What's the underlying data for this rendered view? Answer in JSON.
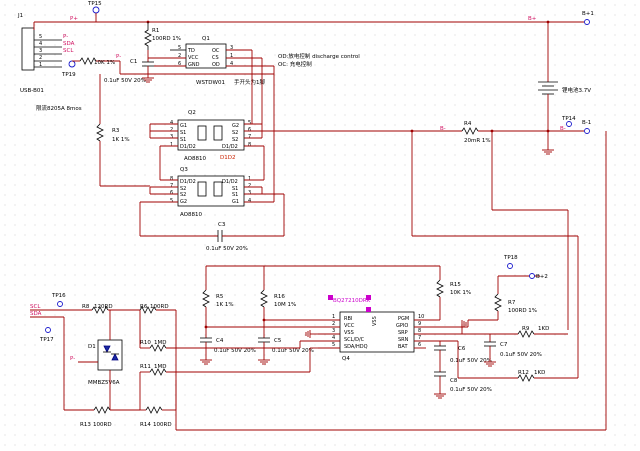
{
  "connector": {
    "ref": "J1",
    "name": "USB-B01",
    "pins": [
      "5",
      "4",
      "3",
      "2",
      "1"
    ],
    "net_pplus": "P+",
    "net_pminus": "P-",
    "net_sda": "SDA",
    "net_scl": "SCL"
  },
  "testpoints": {
    "tp15": "TP15",
    "tp19": "TP19",
    "tp14": "TP14",
    "tp18": "TP18",
    "tp16": "TP16",
    "tp17": "TP17"
  },
  "nets": {
    "bplus": "B+",
    "bminus": "B-",
    "b1": "B+1",
    "b1m": "B-1",
    "b2": "B+2",
    "pminus": "P-",
    "pminus_r": "P-",
    "scl": "SCL",
    "sda": "SDA"
  },
  "resistors": {
    "r1": "R1",
    "r1v": "100RD 1%",
    "r2v": "10K 1%",
    "r3": "R3",
    "r3v": "1K 1%",
    "r4": "R4",
    "r4v": "20mR 1%",
    "r5": "R5",
    "r5v": "1K 1%",
    "r6": "R16",
    "r6v": "10M 1%",
    "r15": "R15",
    "r15v": "10K 1%",
    "r7": "R7",
    "r7v": "100RD 1%",
    "r9": "R9",
    "r9v": "1KD",
    "r12": "R12",
    "r12v": "1KD",
    "r8": "R8",
    "r8v": "120RD",
    "r6b": "R6",
    "r6bv": "100RD",
    "r10": "R10",
    "r10v": "1MD",
    "r11": "R11",
    "r11v": "1MD",
    "r13": "R13",
    "r13v": "100RD",
    "r14": "R14",
    "r14v": "100RD"
  },
  "capacitors": {
    "c1": "C1",
    "c1v": "0.1uF 50V 20%",
    "c3": "C3",
    "c3v": "0.1uF 50V 20%",
    "c4": "C4",
    "c4v": "0.1uF 50V 20%",
    "c5": "C5",
    "c5v": "0.1uF 50V 20%",
    "c6": "C6",
    "c6v": "0.1uF 50V 20%",
    "c7": "C7",
    "c7v": "0.1uF 50V 20%",
    "c8": "C8",
    "c8v": "0.1uF 50V 20%"
  },
  "ics": {
    "q1": {
      "ref": "Q1",
      "part": "WSTDW01",
      "note": "手开头为1脚",
      "left_pins": [
        "TD",
        "VCC",
        "GND"
      ],
      "right_pins": [
        "OC",
        "CS",
        "OD"
      ],
      "lnums": [
        "5",
        "2",
        "6"
      ],
      "rnums": [
        "3",
        "1"
      ],
      "n4": "4"
    },
    "q2": {
      "ref": "Q2",
      "part": "AO8810",
      "pins_l": [
        "G1",
        "S1",
        "S1",
        "D1/D2"
      ],
      "pins_r": [
        "G2",
        "S2",
        "S2",
        "D1/D2"
      ],
      "lnums": [
        "4",
        "2",
        "3",
        "1"
      ],
      "rnums": [
        "5",
        "6",
        "7",
        "8"
      ]
    },
    "q3": {
      "ref": "Q3",
      "part": "AO8810",
      "pins_l": [
        "D1/D2",
        "S2",
        "S2",
        "G2"
      ],
      "pins_r": [
        "D1/D2",
        "S1",
        "S1",
        "G1"
      ],
      "lnums": [
        "8",
        "7",
        "6",
        "5"
      ],
      "rnums": [
        "1",
        "2",
        "3",
        "4"
      ]
    },
    "q4": {
      "ref": "Q4",
      "part": "BQ27210DRK",
      "vss": "VSS",
      "left_pins": [
        "RBI",
        "VCC",
        "VSS",
        "SCL/D/C",
        "SDA/HDQ"
      ],
      "right_pins": [
        "PGM",
        "GPIO",
        "SRP",
        "SRN",
        "BAT"
      ],
      "lnums": [
        "1",
        "2",
        "3",
        "4",
        "5"
      ],
      "rnums": [
        "10",
        "9",
        "8",
        "7",
        "6"
      ]
    }
  },
  "diode": {
    "ref": "D1",
    "part": "MMBZ5V6A"
  },
  "notes": {
    "od_oc": "OD:放电控制 discharge control",
    "oc": "OC: 充电控制",
    "q_mark": "限流8205A 8mos",
    "battery": "锂电池3.7V",
    "d1d2": "D1D2"
  },
  "colors": {
    "wire": "#a00000",
    "net": "#d01060",
    "tp": "#1a1acc",
    "magenta": "#cc00cc",
    "diode": "#1a2aa0"
  }
}
